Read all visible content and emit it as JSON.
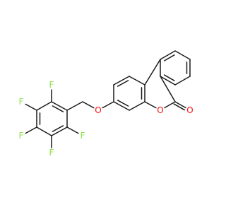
{
  "molecule": {
    "atoms": [
      {
        "id": "O_carbonyl",
        "symbol": "O",
        "color": "#ff0d0d"
      },
      {
        "id": "O_ring",
        "symbol": "O",
        "color": "#ff0d0d"
      },
      {
        "id": "O_ether",
        "symbol": "O",
        "color": "#ff0d0d"
      },
      {
        "id": "F1",
        "symbol": "F",
        "color": "#90e050"
      },
      {
        "id": "F2",
        "symbol": "F",
        "color": "#90e050"
      },
      {
        "id": "F3",
        "symbol": "F",
        "color": "#90e050"
      },
      {
        "id": "F4",
        "symbol": "F",
        "color": "#90e050"
      },
      {
        "id": "F5",
        "symbol": "F",
        "color": "#90e050"
      }
    ],
    "bond_color": "#1a1a1a"
  }
}
